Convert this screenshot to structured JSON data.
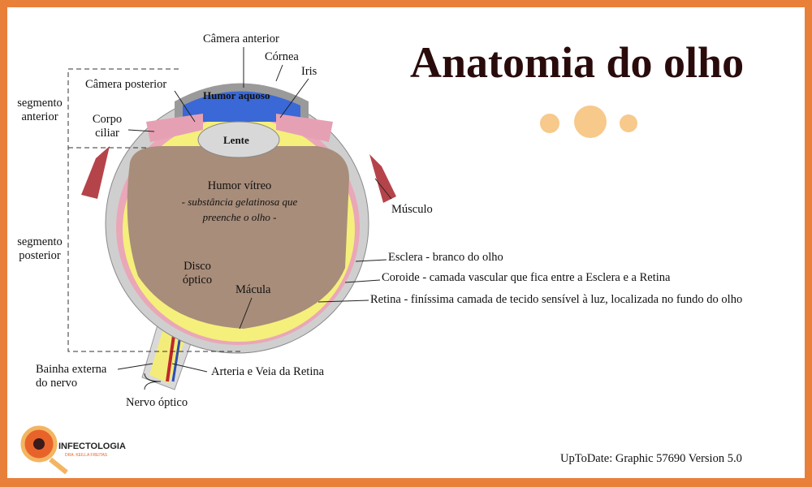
{
  "title": "Anatomia do olho",
  "labels": {
    "camera_anterior": "Câmera anterior",
    "cornea": "Córnea",
    "iris": "Iris",
    "camera_posterior": "Câmera posterior",
    "humor_aquoso": "Humor aquoso",
    "corpo_ciliar_1": "Corpo",
    "corpo_ciliar_2": "ciliar",
    "lente": "Lente",
    "segmento_anterior_1": "segmento",
    "segmento_anterior_2": "anterior",
    "segmento_posterior_1": "segmento",
    "segmento_posterior_2": "posterior",
    "humor_vitreo": "Humor vítreo",
    "humor_vitreo_desc_1": "- substância gelatinosa que",
    "humor_vitreo_desc_2": "preenche o olho -",
    "musculo": "Músculo",
    "esclera": "Esclera - branco do olho",
    "coroide": "Coroide - camada vascular que fica entre a Esclera e a Retina",
    "retina": "Retina - finíssima camada de tecido sensível à luz, localizada no fundo do olho",
    "disco_optico_1": "Disco",
    "disco_optico_2": "óptico",
    "macula": "Mácula",
    "bainha_1": "Bainha externa",
    "bainha_2": "do nervo",
    "arteria_veia": "Arteria e Veia da Retina",
    "nervo_optico": "Nervo óptico"
  },
  "credit": "UpToDate: Graphic 57690 Version 5.0",
  "logo": {
    "name": "INFECTOLOGIA",
    "subtitle": "DRA. KEILLA FREITAS"
  },
  "colors": {
    "border": "#e8803a",
    "title": "#2a0b0b"
  }
}
